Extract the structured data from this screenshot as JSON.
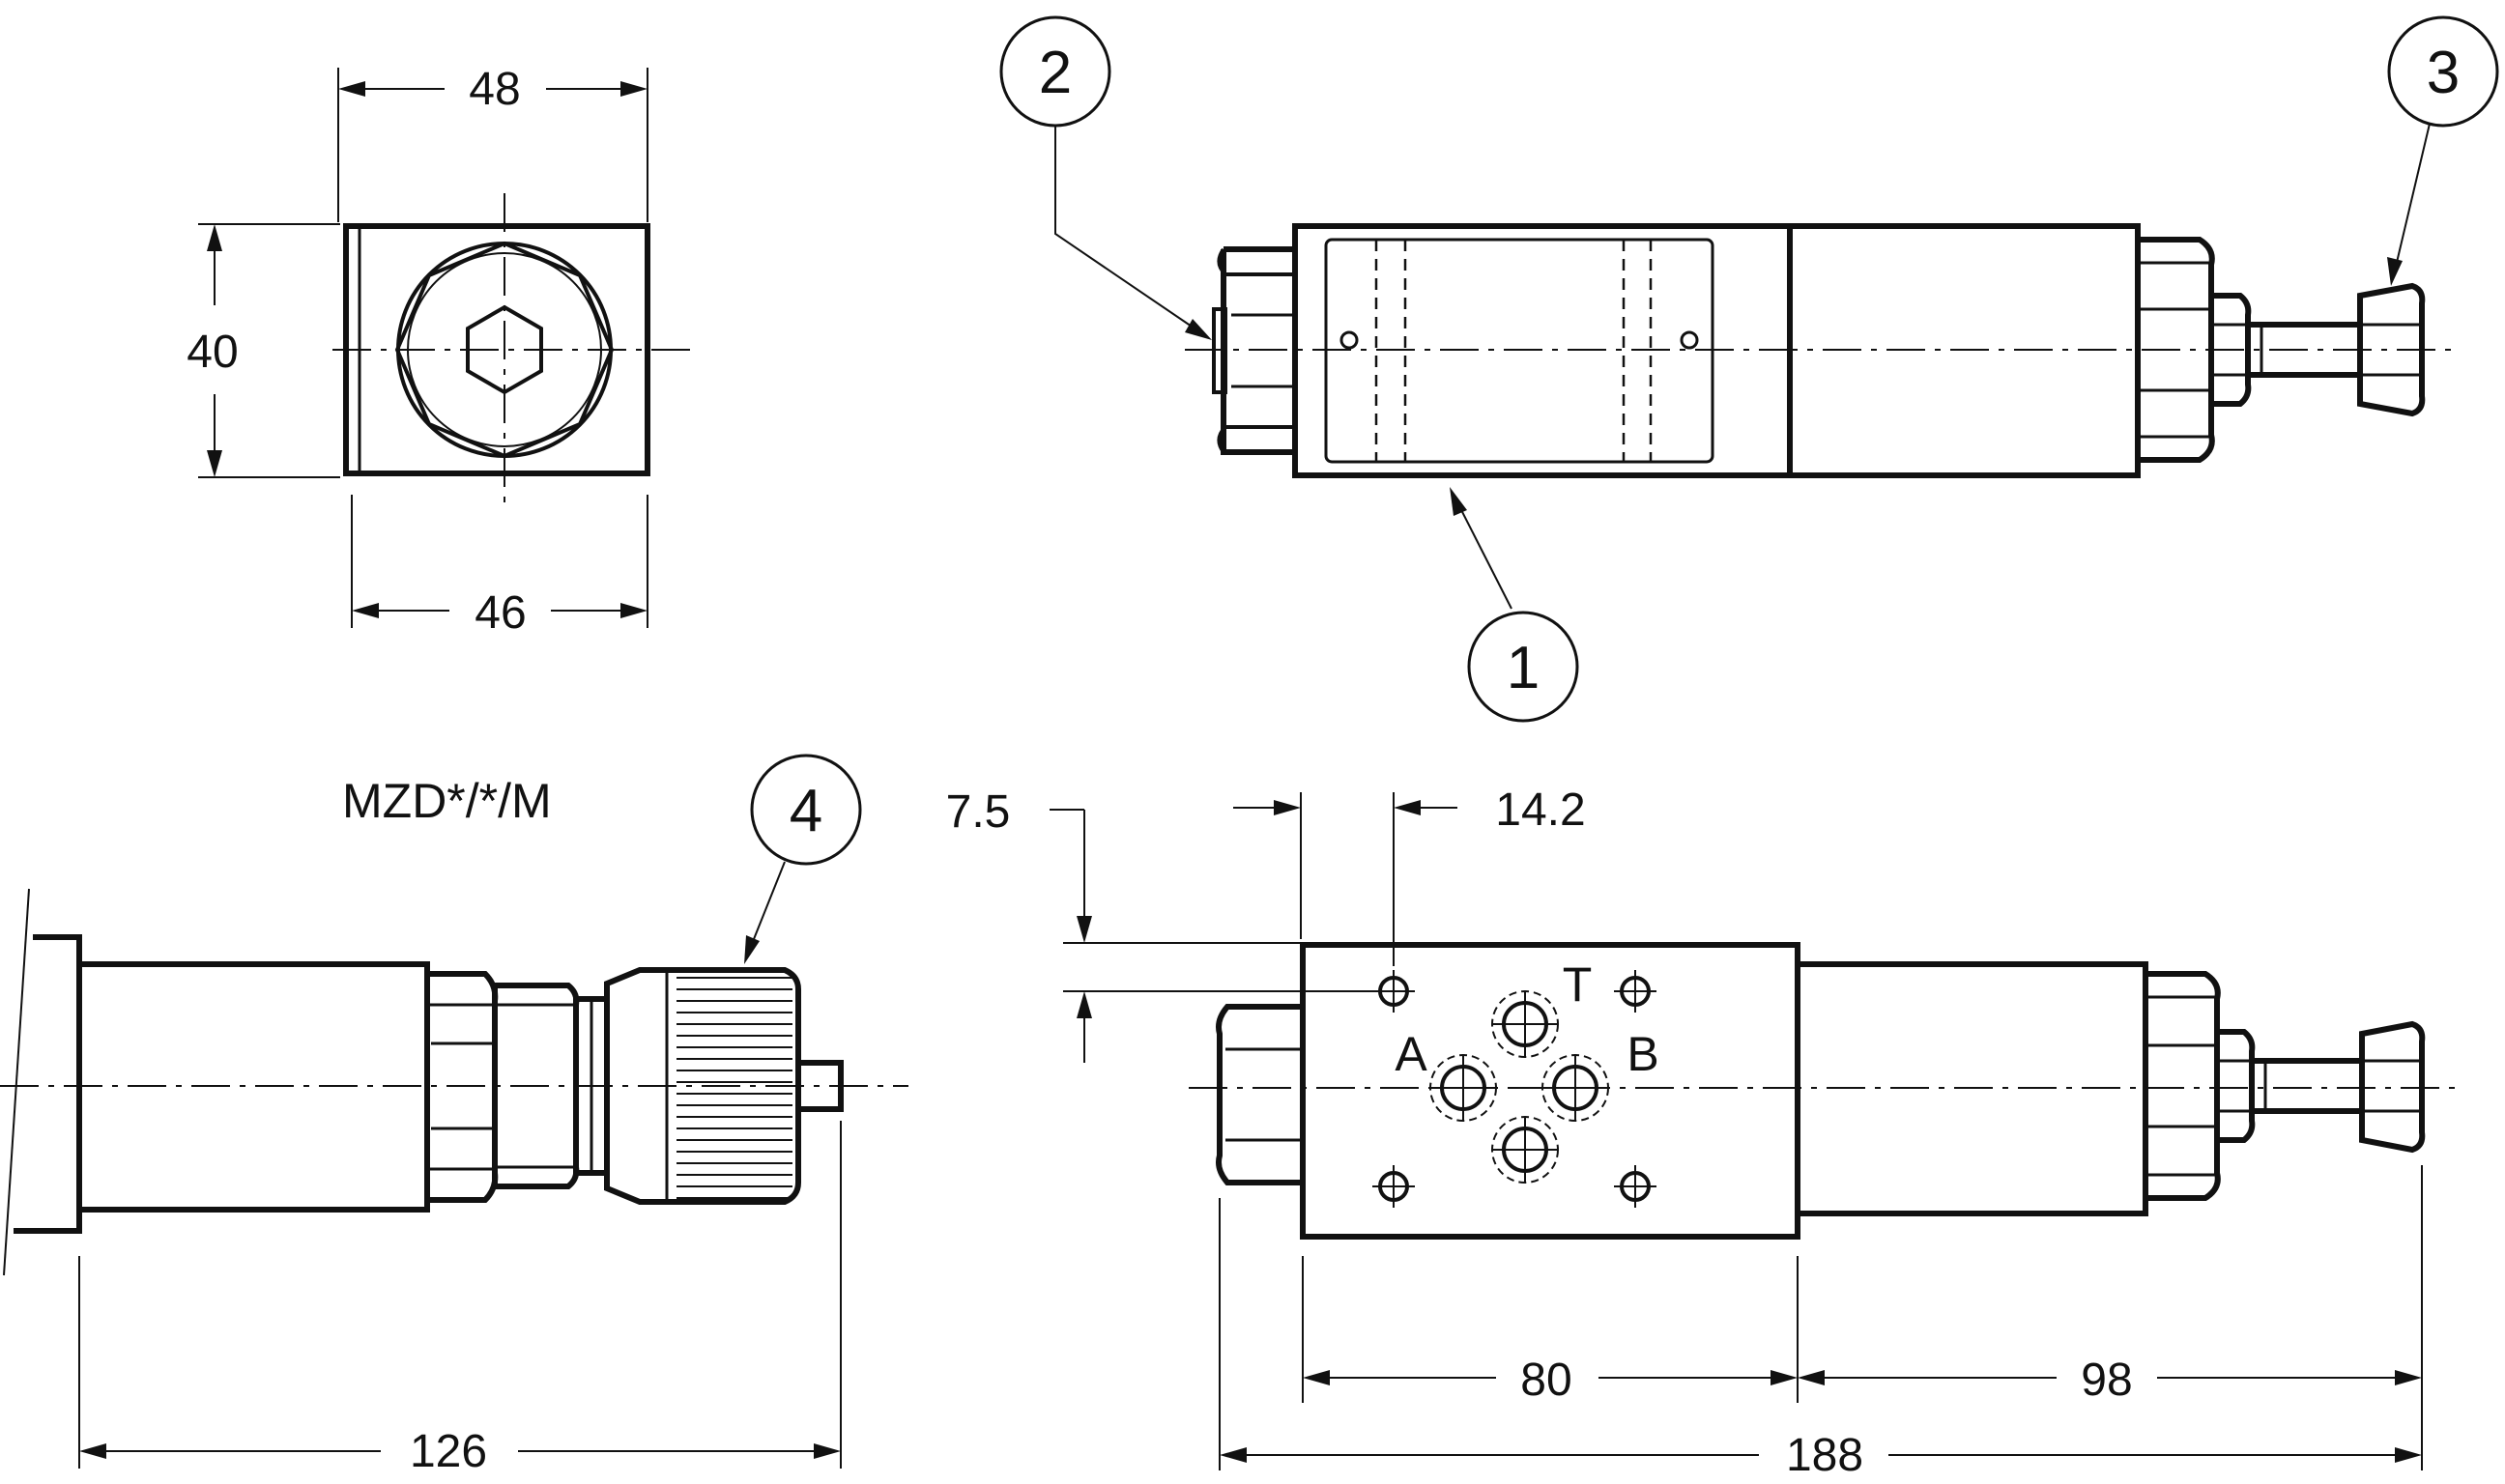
{
  "model_label": "MZD*/*/M",
  "callouts": {
    "body": "1",
    "plug": "2",
    "adjuster_screw": "3",
    "knob": "4"
  },
  "ports": {
    "a": "A",
    "b": "B",
    "t": "T"
  },
  "dimensions": {
    "end_view_top_width": "48",
    "end_view_bottom_width": "46",
    "end_view_height": "40",
    "offset_vertical": "7.5",
    "offset_horizontal": "14.2",
    "body_length": "80",
    "adjuster_length": "98",
    "total_length_knob": "126",
    "total_length": "188"
  }
}
